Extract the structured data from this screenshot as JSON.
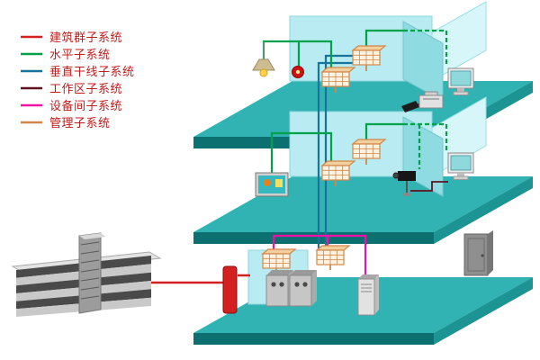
{
  "legend": {
    "text_color": "#c41a1a",
    "items": [
      {
        "id": "building-group",
        "label": "建筑群子系统",
        "color": "#d42020"
      },
      {
        "id": "horizontal",
        "label": "水平子系统",
        "color": "#00a14b"
      },
      {
        "id": "vertical-backbone",
        "label": "垂直干线子系统",
        "color": "#17749c"
      },
      {
        "id": "work-area",
        "label": "工作区子系统",
        "color": "#5f1220"
      },
      {
        "id": "equipment-room",
        "label": "设备间子系统",
        "color": "#ef12a7"
      },
      {
        "id": "management",
        "label": "管理子系统",
        "color": "#d2884a"
      }
    ]
  },
  "diagram": {
    "description": "structured-cabling-system-three-floor-isometric",
    "colors": {
      "floor_top": "#31b3b3",
      "floor_front": "#0d7070",
      "floor_side": "#1d9494",
      "wall": "#b9ecf2",
      "wall_light": "#d6f6f9",
      "partition": "#8fdbe2",
      "panel_fill": "#fdf3e3",
      "building_stripe": "#4a4a4a",
      "building_light": "#c9c9c9"
    }
  }
}
